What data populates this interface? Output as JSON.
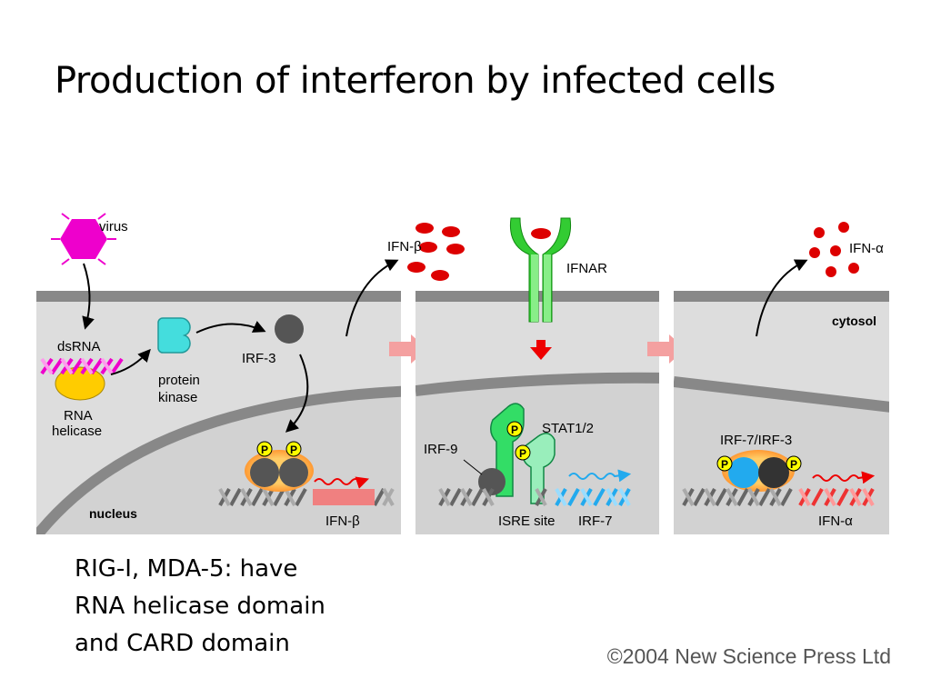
{
  "slide": {
    "title": "Production of interferon by infected cells",
    "caption_lines": [
      "RIG-I, MDA-5:  have",
      "RNA helicase domain",
      "and CARD domain"
    ],
    "copyright": "©2004 New Science Press Ltd"
  },
  "diagram": {
    "panel1": {
      "virus": "virus",
      "dsrna": "dsRNA",
      "rna_helicase": [
        "RNA",
        "helicase"
      ],
      "protein_kinase": [
        "protein",
        "kinase"
      ],
      "irf3": "IRF-3",
      "nucleus": "nucleus",
      "ifn_beta_gene": "IFN-β",
      "phospho": "P"
    },
    "panel2": {
      "ifn_beta_secreted": "IFN-β",
      "ifnar": "IFNAR",
      "stat": "STAT1/2",
      "irf9": "IRF-9",
      "isre": "ISRE site",
      "irf7_gene": "IRF-7",
      "phospho": "P"
    },
    "panel3": {
      "ifn_alpha_secreted": "IFN-α",
      "cytosol": "cytosol",
      "irf_complex": "IRF-7/IRF-3",
      "ifn_alpha_gene": "IFN-α",
      "phospho": "P"
    },
    "colors": {
      "virus": "#ee00cc",
      "rna_helicase": "#ffcc00",
      "protein_kinase": "#44dddd",
      "irf3": "#555555",
      "irf7": "#22aaee",
      "stat": "#33dd66",
      "stat_light": "#99eebb",
      "interferon": "#dd0000",
      "ifnar": "#33cc33",
      "phospho": "#ffff00",
      "membrane": "#888888",
      "cell_bg": "#dddddd",
      "transition_arrow": "#f4a0a0"
    }
  }
}
